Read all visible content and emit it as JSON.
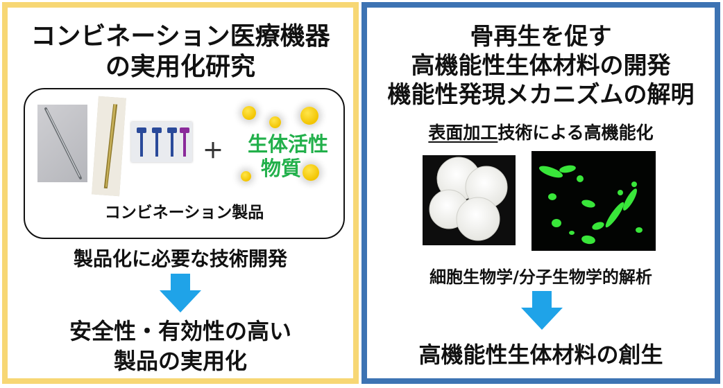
{
  "left": {
    "title_line1": "コンビネーション医療機器",
    "title_line2": "の実用化研究",
    "plus_sign": "＋",
    "bioactive_line1": "生体活性",
    "bioactive_line2": "物質",
    "products_caption": "コンビネーション製品",
    "dev_text": "製品化に必要な技術開発",
    "result_line1": "安全性・有効性の高い",
    "result_line2": "製品の実用化"
  },
  "right": {
    "title_line1": "骨再生を促す",
    "title_line2": "高機能性生体材料の開発",
    "title_line3": "機能性発現メカニズムの解明",
    "surface_underlined": "表面加工",
    "surface_rest": "技術による高機能化",
    "analysis_text": "細胞生物学/分子生物学的解析",
    "result_text": "高機能性生体材料の創生"
  },
  "colors": {
    "left_border": "#F7D774",
    "right_border": "#3D73B3",
    "arrow": "#1FA3E8",
    "bioactive_green": "#22B04B",
    "dot_yellow": "#F7CF1A",
    "cell_green": "#39E63A"
  }
}
